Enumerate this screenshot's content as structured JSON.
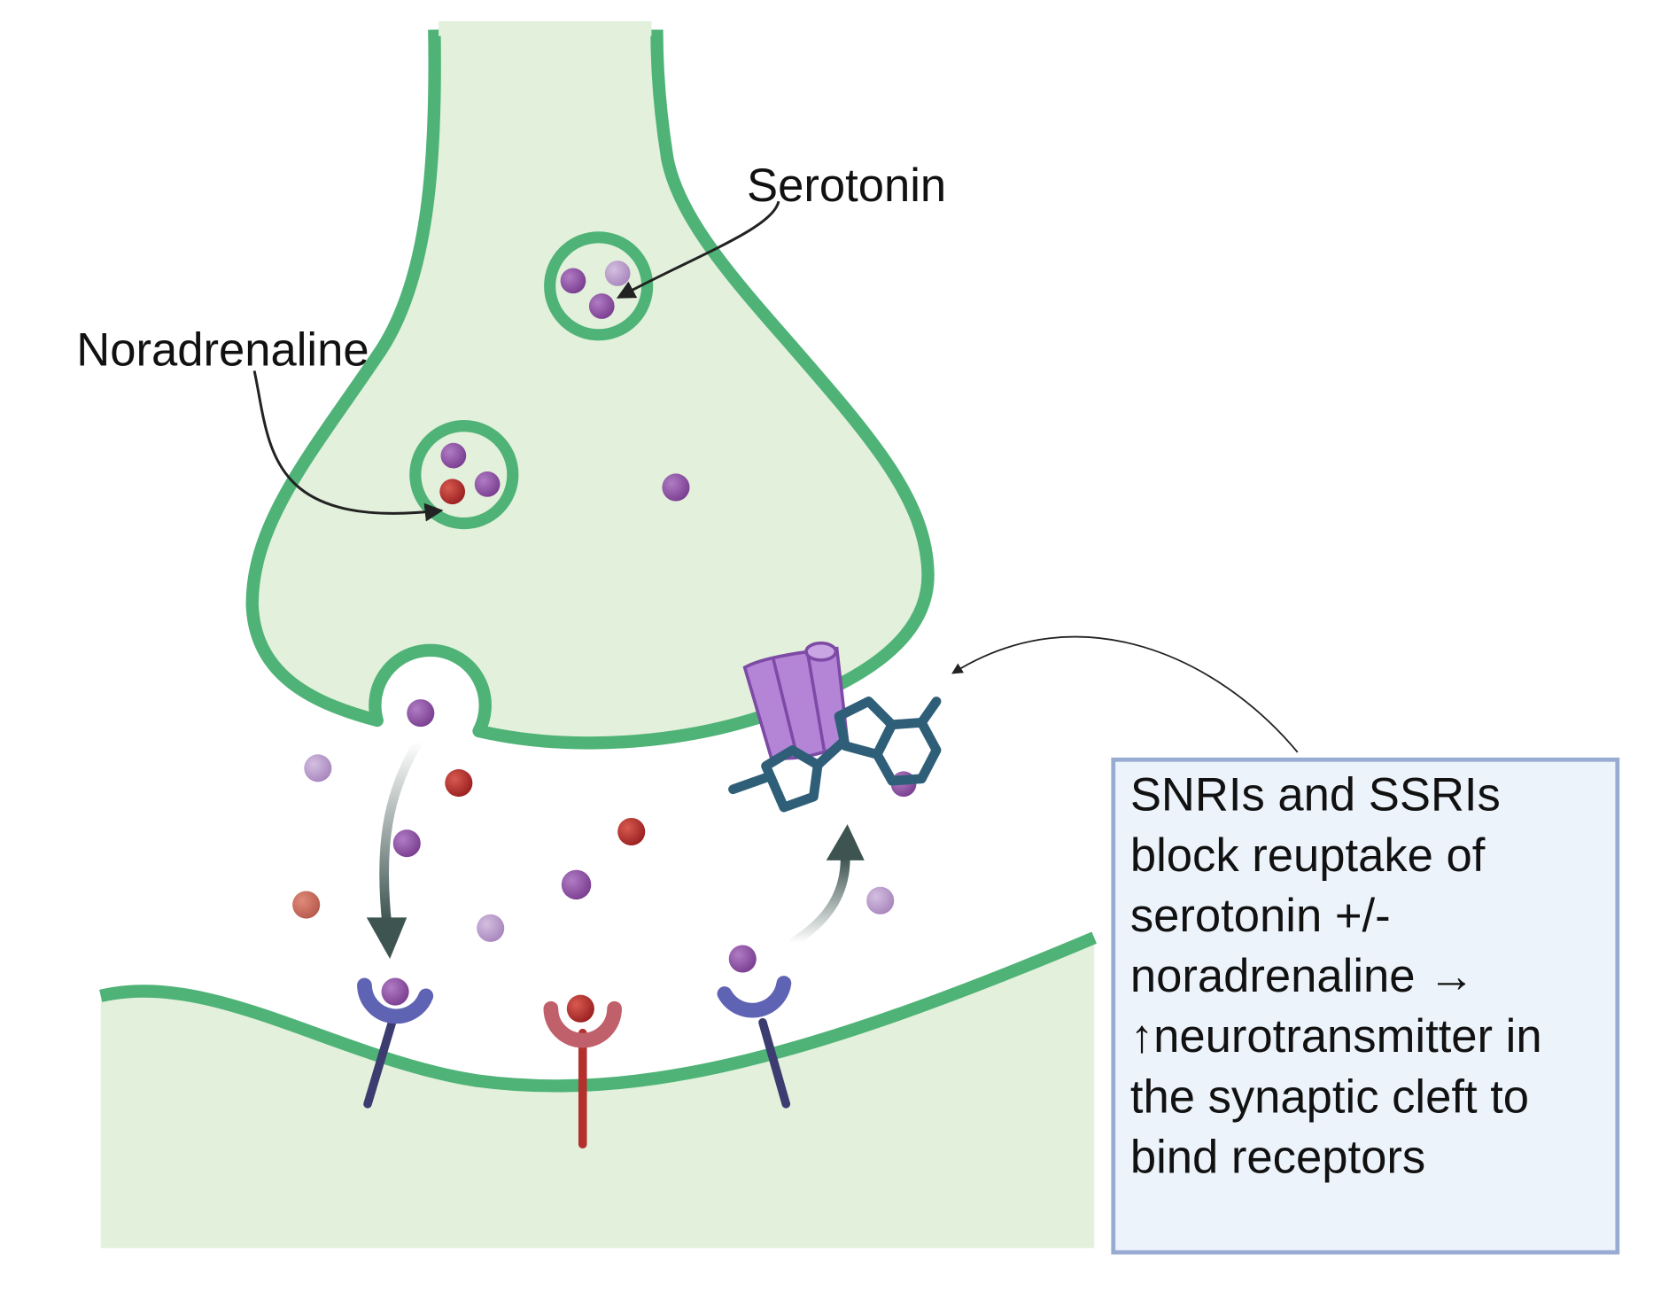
{
  "labels": {
    "serotonin": "Serotonin",
    "noradrenaline": "Noradrenaline"
  },
  "info_box": {
    "lines": [
      "SNRIs and SSRIs",
      "block reuptake of",
      "serotonin +/-",
      "noradrenaline →",
      "↑neurotransmitter in",
      "the synaptic cleft to",
      "bind receptors"
    ]
  },
  "colors": {
    "membrane": "#4fb377",
    "cytoplasm": "#e3f0db",
    "serotonin": "#8a4c9e",
    "noradrenaline": "#b3302c",
    "info_box_fill": "#edf3fb",
    "info_box_border": "#98abd3",
    "drug": "#2f5f78",
    "transporter": "#b485d6"
  }
}
